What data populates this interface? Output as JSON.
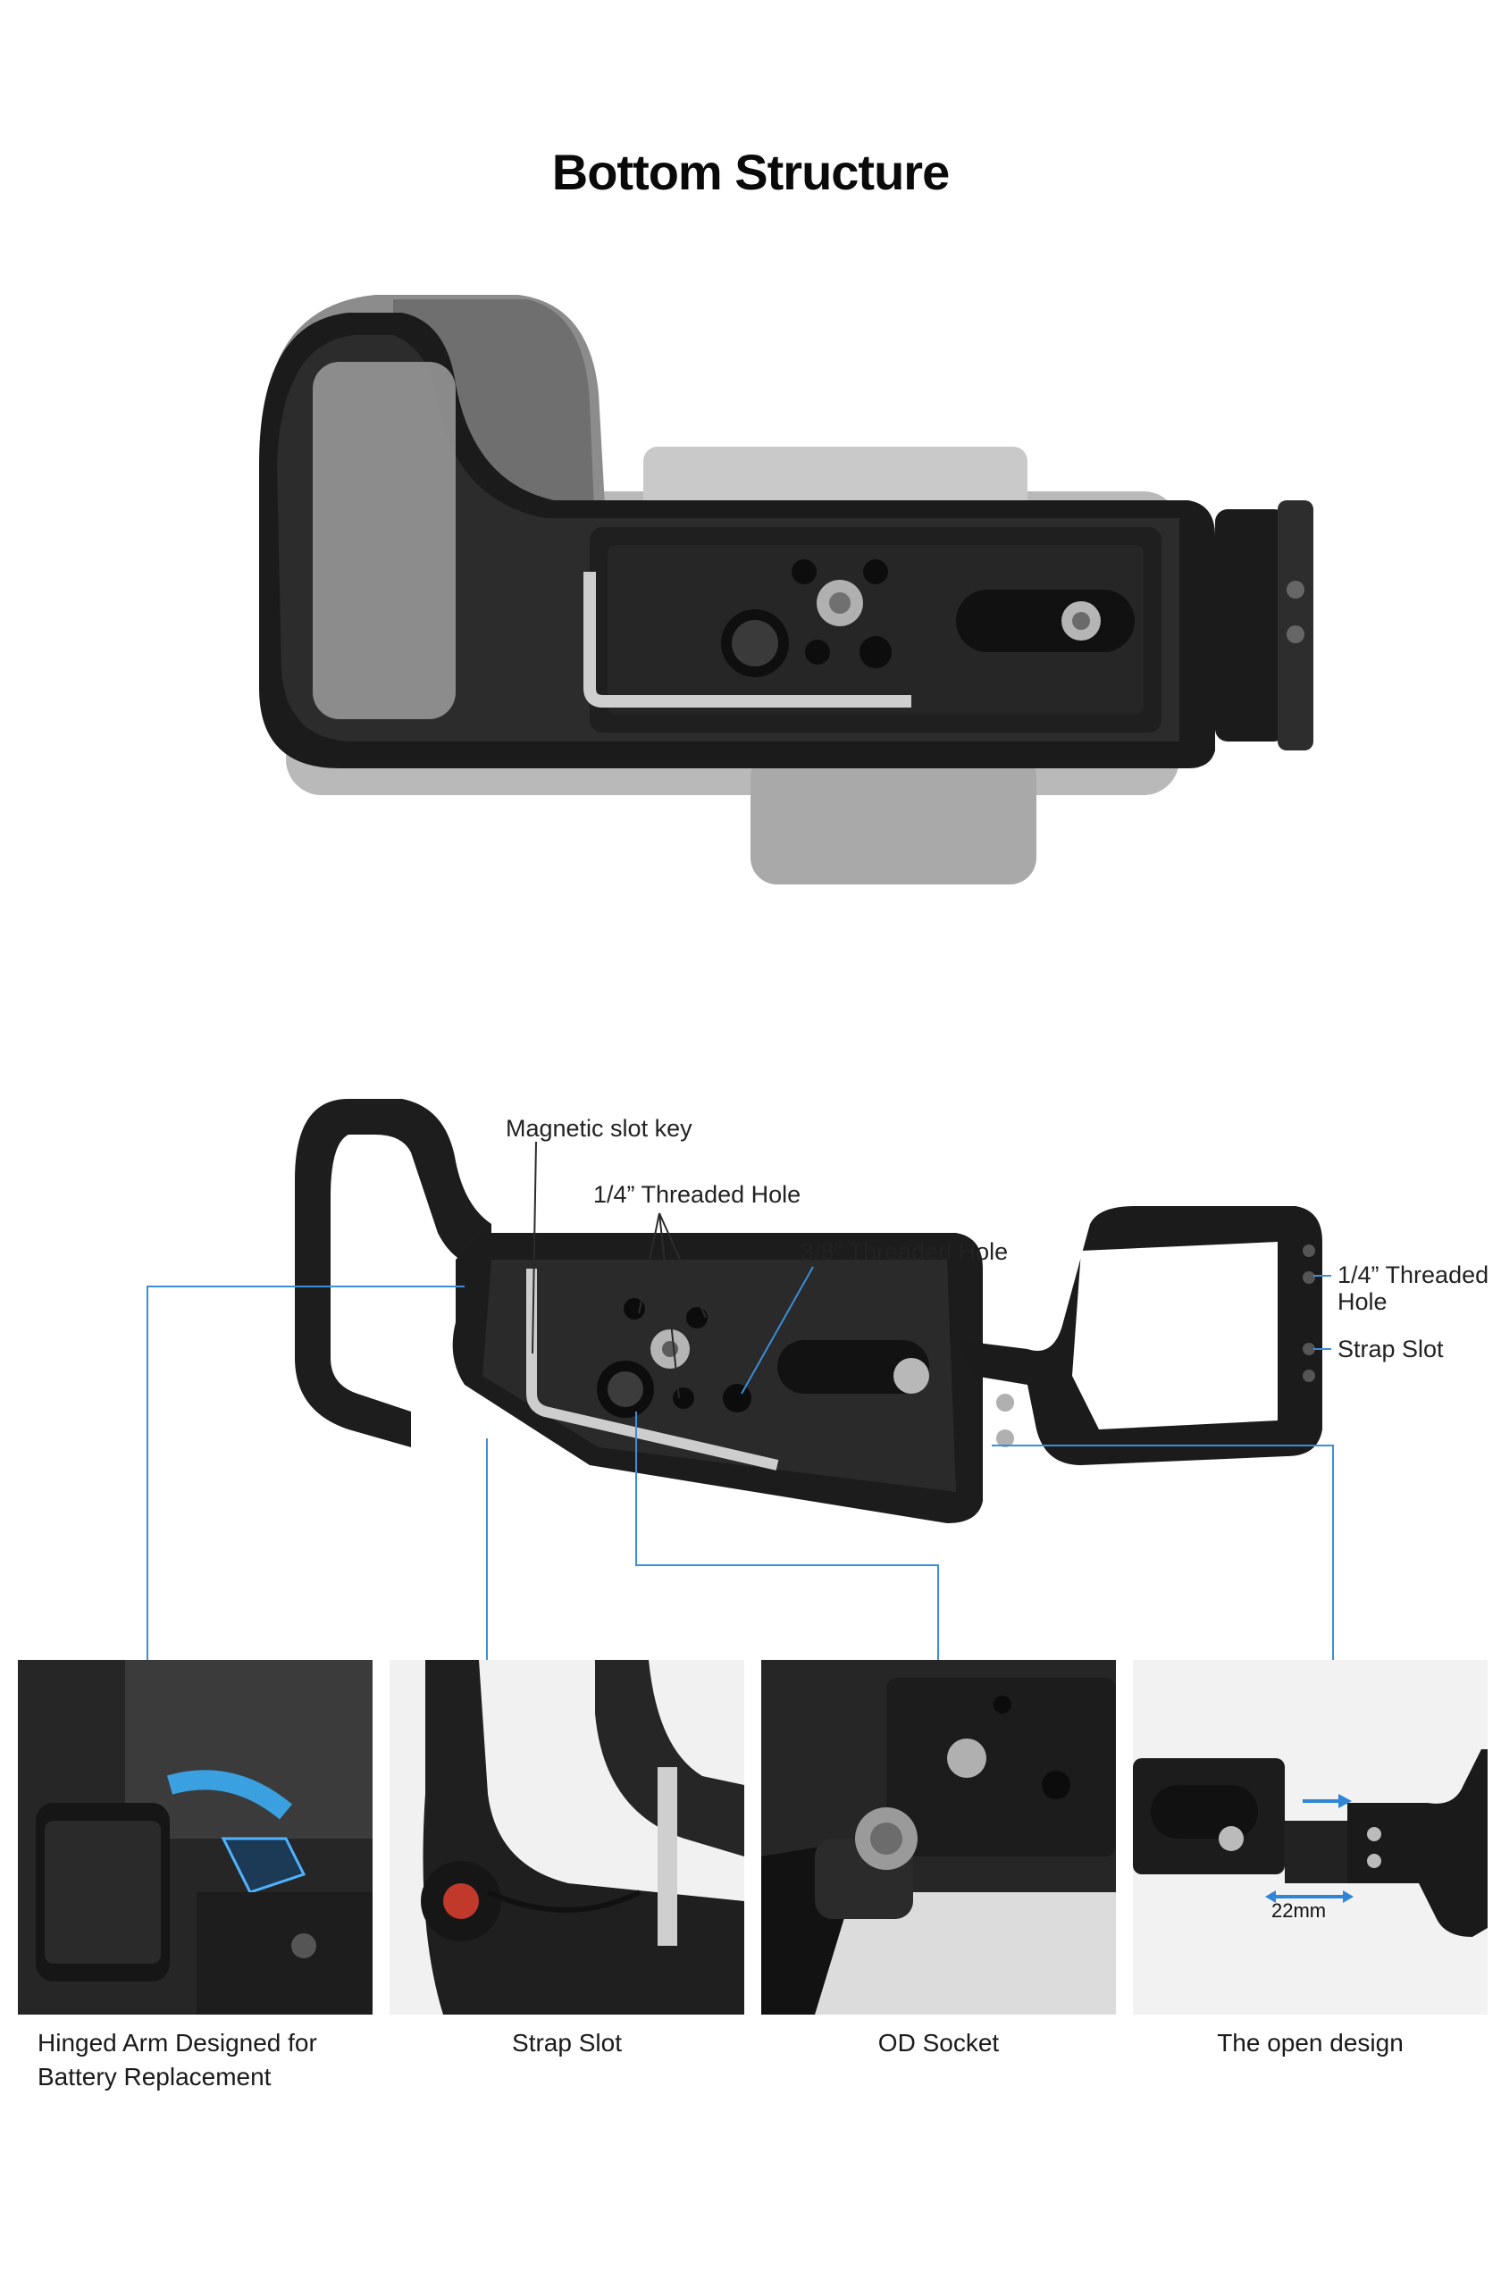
{
  "title": "Bottom Structure",
  "callouts": {
    "magnetic_slot_key": "Magnetic slot key",
    "quarter_threaded_hole_center": "1/4” Threaded Hole",
    "three_eighths_threaded_hole": "3/8” Threaded Hole",
    "quarter_threaded_hole_side_line1": "1/4” Threaded",
    "quarter_threaded_hole_side_line2": "Hole",
    "strap_slot_side": "Strap Slot"
  },
  "panels": [
    {
      "caption_line1": "Hinged Arm Designed for",
      "caption_line2": "Battery Replacement"
    },
    {
      "caption_line1": "Strap Slot"
    },
    {
      "caption_line1": "OD Socket"
    },
    {
      "caption_line1": "The open design",
      "measure": "22mm"
    }
  ],
  "colors": {
    "leader_line": "#3a8fd8",
    "accent_arrow": "#2f86d6"
  }
}
